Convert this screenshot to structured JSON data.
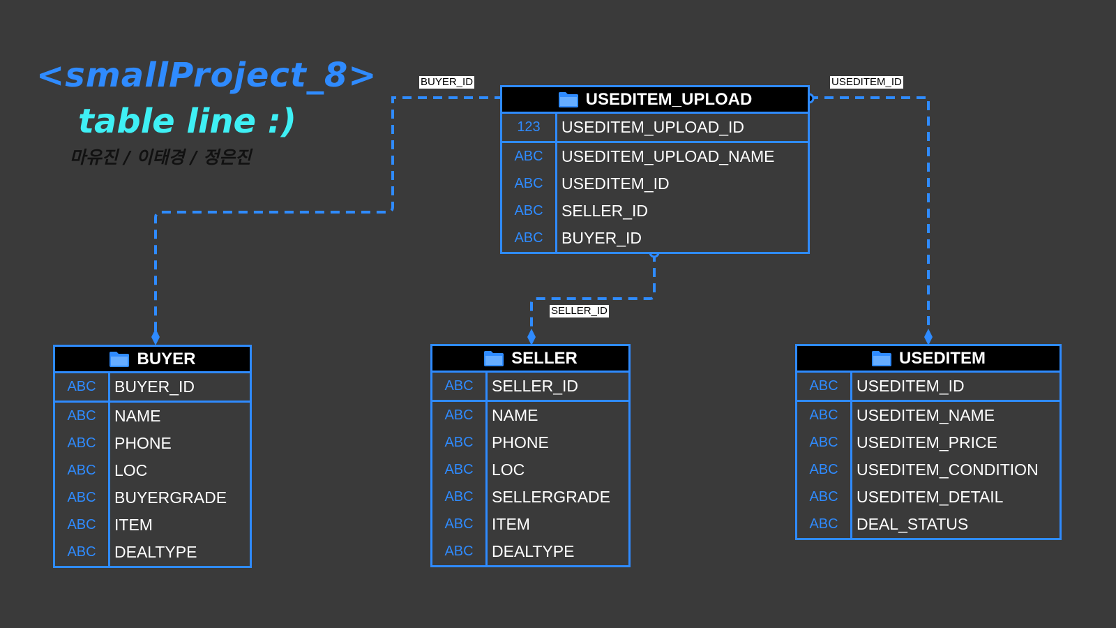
{
  "title": {
    "line1": "<smallProject_8>",
    "line2": "table line :)",
    "line3": "마유진 / 이태경 / 정은진"
  },
  "colors": {
    "background": "#3a3a3a",
    "accent": "#2f8bff",
    "title_line1": "#2f8bff",
    "title_line2": "#3ff0f5",
    "header_bg": "#000000"
  },
  "edge_labels": {
    "buyer_id": "BUYER_ID",
    "useditem_id": "USEDITEM_ID",
    "seller_id": "SELLER_ID"
  },
  "tables": {
    "upload": {
      "name": "USEDITEM_UPLOAD",
      "icon": "folder-icon",
      "columns": [
        {
          "type": "123",
          "name": "USEDITEM_UPLOAD_ID"
        },
        {
          "type": "ABC",
          "name": "USEDITEM_UPLOAD_NAME"
        },
        {
          "type": "ABC",
          "name": "USEDITEM_ID"
        },
        {
          "type": "ABC",
          "name": "SELLER_ID"
        },
        {
          "type": "ABC",
          "name": "BUYER_ID"
        }
      ]
    },
    "buyer": {
      "name": "BUYER",
      "icon": "folder-icon",
      "columns": [
        {
          "type": "ABC",
          "name": "BUYER_ID"
        },
        {
          "type": "ABC",
          "name": "NAME"
        },
        {
          "type": "ABC",
          "name": "PHONE"
        },
        {
          "type": "ABC",
          "name": "LOC"
        },
        {
          "type": "ABC",
          "name": "BUYERGRADE"
        },
        {
          "type": "ABC",
          "name": "ITEM"
        },
        {
          "type": "ABC",
          "name": "DEALTYPE"
        }
      ]
    },
    "seller": {
      "name": "SELLER",
      "icon": "folder-icon",
      "columns": [
        {
          "type": "ABC",
          "name": "SELLER_ID"
        },
        {
          "type": "ABC",
          "name": "NAME"
        },
        {
          "type": "ABC",
          "name": "PHONE"
        },
        {
          "type": "ABC",
          "name": "LOC"
        },
        {
          "type": "ABC",
          "name": "SELLERGRADE"
        },
        {
          "type": "ABC",
          "name": "ITEM"
        },
        {
          "type": "ABC",
          "name": "DEALTYPE"
        }
      ]
    },
    "useditem": {
      "name": "USEDITEM",
      "icon": "folder-icon",
      "columns": [
        {
          "type": "ABC",
          "name": "USEDITEM_ID"
        },
        {
          "type": "ABC",
          "name": "USEDITEM_NAME"
        },
        {
          "type": "ABC",
          "name": "USEDITEM_PRICE"
        },
        {
          "type": "ABC",
          "name": "USEDITEM_CONDITION"
        },
        {
          "type": "ABC",
          "name": "USEDITEM_DETAIL"
        },
        {
          "type": "ABC",
          "name": "DEAL_STATUS"
        }
      ]
    }
  }
}
